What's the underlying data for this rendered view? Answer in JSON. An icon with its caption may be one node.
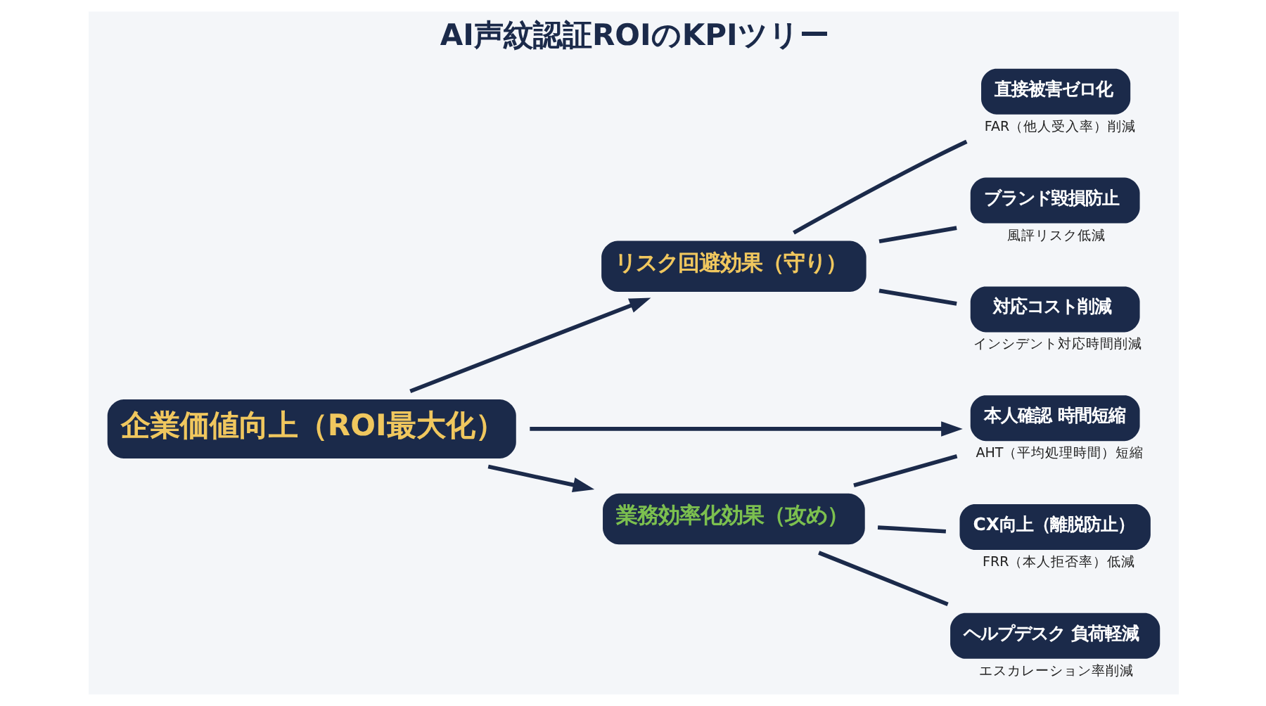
{
  "diagram": {
    "title": "AI声紋認証ROIのKPIツリー",
    "nodes": [
      {
        "text": [
          "企業価値向上（ROI最大化）"
        ]
      },
      {
        "text": [
          "リスク回避効果（守り）"
        ]
      },
      {
        "text": [
          "直接被害ゼロ化"
        ],
        "beside": [
          "FAR（他人受入率）削減"
        ]
      },
      {
        "text": [
          "ブランド毀損防止"
        ],
        "beside": [
          "風評リスク低減"
        ]
      },
      {
        "text": [
          "対応コスト削減"
        ],
        "beside": [
          "インシデント対応時間削減"
        ]
      },
      {
        "text": [
          "業務効率化効果（攻め）"
        ]
      },
      {
        "text": [
          "本人確認 時間短縮"
        ],
        "beside": [
          "AHT（平均処理時間）短縮"
        ]
      },
      {
        "text": [
          "CX向上（離脱防止）"
        ],
        "beside": [
          "FRR（本人拒否率）低減"
        ]
      },
      {
        "text": [
          "ヘルプデスク 負荷軽減"
        ],
        "beside": [
          "エスカレーション率削減"
        ]
      }
    ],
    "edges": [
      {
        "from": 0,
        "to": 1,
        "arrow": "to"
      },
      {
        "from": 0,
        "to": 5,
        "arrow": "to"
      },
      {
        "from": 0,
        "to": 6,
        "arrow": "to"
      },
      {
        "from": 1,
        "to": 2,
        "arrow": "none"
      },
      {
        "from": 1,
        "to": 3,
        "arrow": "none"
      },
      {
        "from": 1,
        "to": 4,
        "arrow": "none"
      },
      {
        "from": 5,
        "to": 6,
        "arrow": "none"
      },
      {
        "from": 5,
        "to": 7,
        "arrow": "none"
      },
      {
        "from": 5,
        "to": 8,
        "arrow": "none"
      }
    ]
  }
}
